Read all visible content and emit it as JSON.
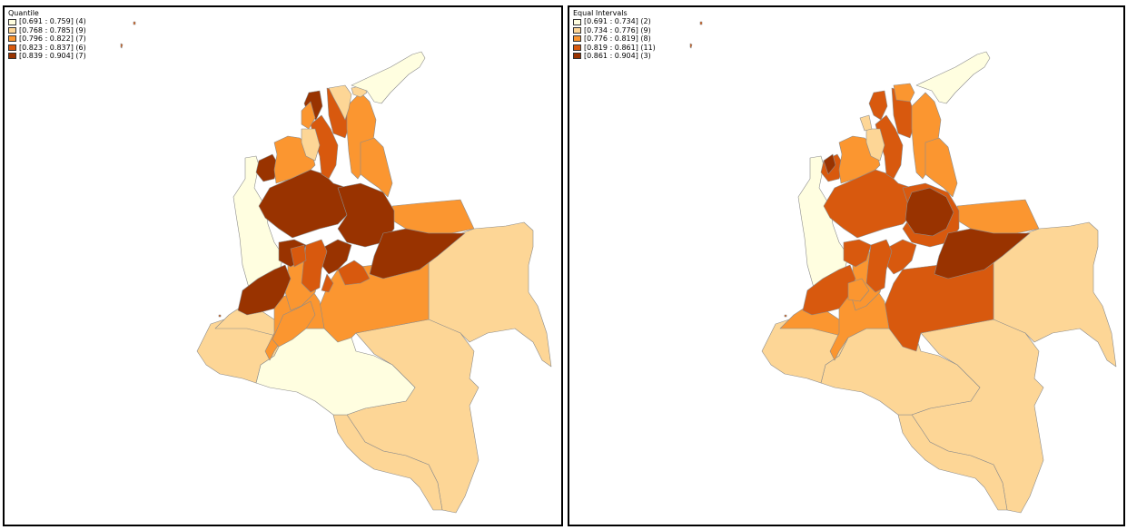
{
  "colors": {
    "class1": "#fffee0",
    "class2": "#fdd696",
    "class3": "#fb9630",
    "class4": "#d8590e",
    "class5": "#993300"
  },
  "maps": [
    {
      "legend_title": "Quantile",
      "classes": [
        {
          "label": "[0.691 : 0.759] (4)",
          "color": "#fffee0"
        },
        {
          "label": "[0.768 : 0.785] (9)",
          "color": "#fdd696"
        },
        {
          "label": "[0.796 : 0.822] (7)",
          "color": "#fb9630"
        },
        {
          "label": "[0.823 : 0.837] (6)",
          "color": "#d8590e"
        },
        {
          "label": "[0.839 : 0.904] (7)",
          "color": "#993300"
        }
      ]
    },
    {
      "legend_title": "Equal Intervals",
      "classes": [
        {
          "label": "[0.691 : 0.734] (2)",
          "color": "#fffee0"
        },
        {
          "label": "[0.734 : 0.776] (9)",
          "color": "#fdd696"
        },
        {
          "label": "[0.776 : 0.819] (8)",
          "color": "#fb9630"
        },
        {
          "label": "[0.819 : 0.861] (11)",
          "color": "#d8590e"
        },
        {
          "label": "[0.861 : 0.904] (3)",
          "color": "#993300"
        }
      ]
    }
  ]
}
